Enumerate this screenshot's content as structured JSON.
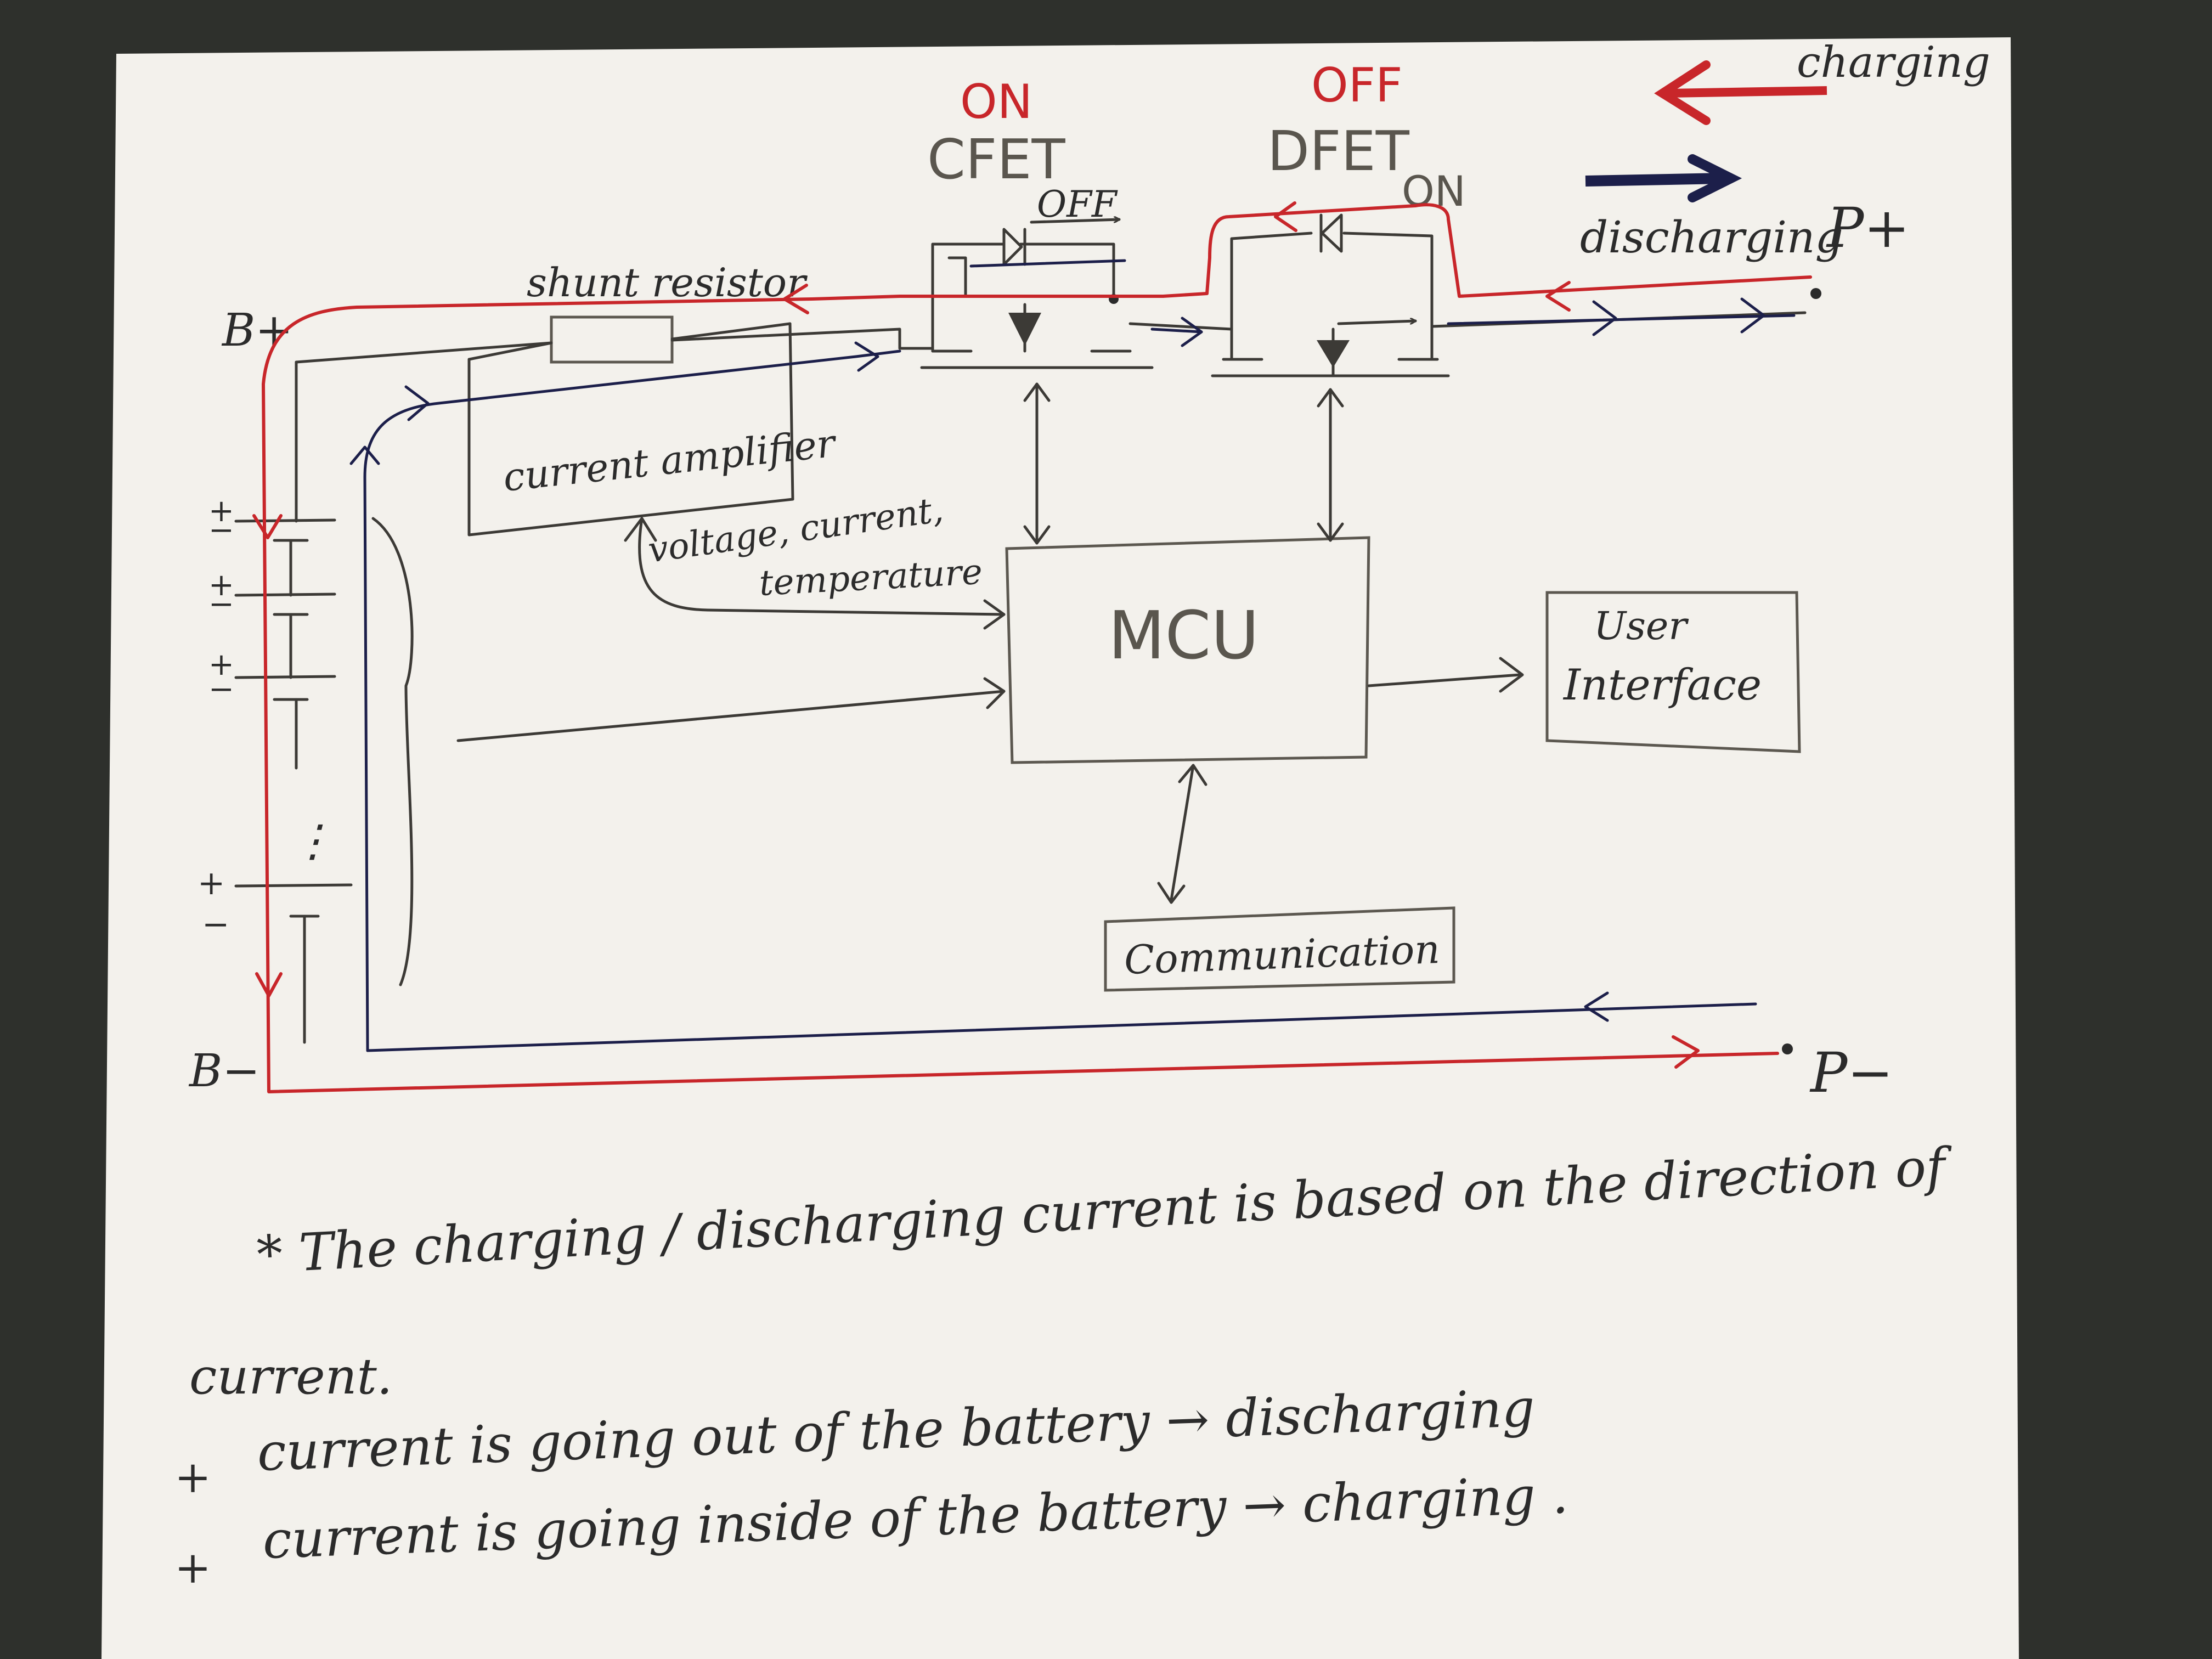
{
  "legend": {
    "charging_label": "charging",
    "discharging_label": "discharging",
    "charging_color": "#c8262a",
    "discharging_color": "#1c1f4a"
  },
  "terminals": {
    "b_plus": "B+",
    "b_minus": "B−",
    "p_plus": "P+",
    "p_minus": "P−"
  },
  "fets": {
    "cfet": {
      "name": "CFET",
      "state": "ON",
      "diode_state": "OFF"
    },
    "dfet": {
      "name": "DFET",
      "state": "OFF",
      "diode_state": "ON"
    }
  },
  "blocks": {
    "shunt_resistor": "shunt resistor",
    "current_amplifier": "current amplifier",
    "mcu": "MCU",
    "user_interface_line1": "User",
    "user_interface_line2": "Interface",
    "communication": "Communication"
  },
  "sense_label_line1": "voltage, current,",
  "sense_label_line2": "temperature",
  "cell_signs": {
    "plus": "+",
    "minus": "−",
    "ellipsis": "⋮"
  },
  "notes": {
    "line1": "* The charging / discharging current is based on the direction of",
    "line2": "current.",
    "bullet": "+",
    "line3": "current is going out of the battery → discharging",
    "line4": "current is going inside of the battery → charging ."
  }
}
